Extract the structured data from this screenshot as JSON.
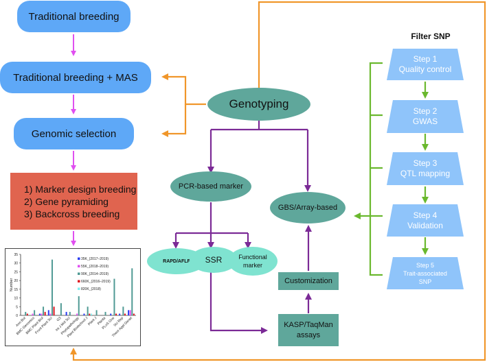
{
  "colors": {
    "blue_box": "#5ea8f7",
    "red_box": "#e0644f",
    "teal": "#5fa79b",
    "light_teal": "#7fe3d0",
    "step_blue": "#8fc4fa",
    "magenta_arrow": "#e04ff0",
    "orange_arrow": "#f0962a",
    "purple_arrow": "#7b2a96",
    "green_arrow": "#6ab82e"
  },
  "left_flow": {
    "traditional": "Traditional breeding",
    "mas": "Traditional breeding + MAS",
    "genomic": "Genomic selection",
    "applications": "1) Marker design breeding\n2) Gene pyramiding\n3) Backcross breeding"
  },
  "center": {
    "genotyping": "Genotyping",
    "pcr": "PCR-based marker",
    "rapd": "RAPD/AFLF",
    "ssr": "SSR",
    "functional": "Functional marker",
    "gbs": "GBS/Array-based",
    "customization": "Customization",
    "kasp": "KASP/TaqMan assays"
  },
  "filter": {
    "title": "Filter SNP",
    "steps": [
      {
        "label": "Step 1\nQuality control"
      },
      {
        "label": "Step 2\nGWAS"
      },
      {
        "label": "Step 3\nQTL mapping"
      },
      {
        "label": "Step 4\nValidation"
      },
      {
        "label": "Step 5\nTrait-associated\nSNP"
      }
    ]
  },
  "chart_data": {
    "type": "bar",
    "title": "",
    "xlabel": "",
    "ylabel": "Number",
    "ylim": [
      0,
      35
    ],
    "yticks": [
      0,
      5,
      10,
      15,
      20,
      25,
      30,
      35
    ],
    "legend_position": "top-right",
    "categories": [
      "Ann Bot",
      "BMC Genomics",
      "BMC Plant Biol",
      "Front Plant Sci",
      "G3",
      "Int J Mol Sci",
      "Phytopathology",
      "Plant Biotechnol J",
      "Plant J",
      "Planta",
      "PLoS One",
      "Sci Rep",
      "Theor Appl Genet"
    ],
    "series": [
      {
        "name": "35K_(2017–2019)",
        "color": "#2a3cf0",
        "values": [
          0,
          0,
          1,
          3,
          0,
          2,
          0,
          1,
          0,
          0,
          1,
          1,
          3
        ]
      },
      {
        "name": "55K_(2018–2019)",
        "color": "#e04ff0",
        "values": [
          0,
          1,
          1,
          1,
          0,
          0,
          1,
          0,
          0,
          0,
          0,
          0,
          3
        ]
      },
      {
        "name": "90K_(2014–2019)",
        "color": "#4f9a94",
        "values": [
          2,
          3,
          5,
          32,
          7,
          2,
          11,
          5,
          3,
          2,
          21,
          5,
          27
        ]
      },
      {
        "name": "660K_(2016–2019)",
        "color": "#e0141e",
        "values": [
          1,
          0,
          2,
          5,
          0,
          0,
          0,
          1,
          0,
          0,
          1,
          1,
          1
        ]
      },
      {
        "name": "820K_(2018)",
        "color": "#7ff0f0",
        "values": [
          0,
          0,
          0,
          0,
          0,
          0,
          0,
          1,
          0,
          0,
          0,
          0,
          0
        ]
      }
    ]
  }
}
